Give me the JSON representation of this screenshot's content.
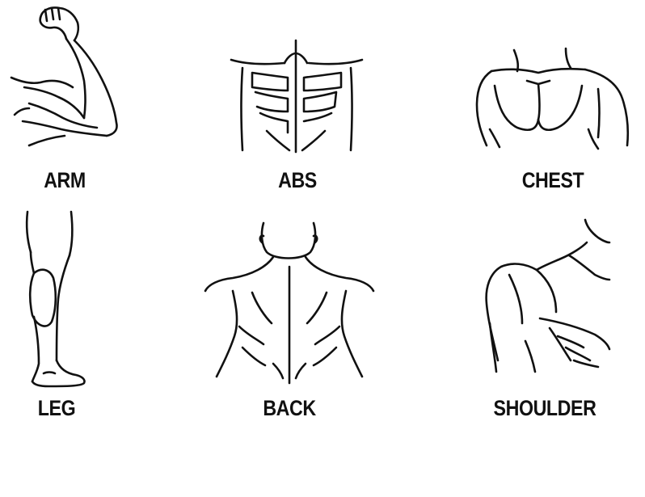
{
  "muscle_groups": [
    {
      "id": "arm",
      "label": "ARM",
      "icon": "flexed-arm-icon"
    },
    {
      "id": "abs",
      "label": "ABS",
      "icon": "abs-torso-icon"
    },
    {
      "id": "chest",
      "label": "CHEST",
      "icon": "chest-torso-icon"
    },
    {
      "id": "leg",
      "label": "LEG",
      "icon": "lower-leg-icon"
    },
    {
      "id": "back",
      "label": "BACK",
      "icon": "upper-back-icon"
    },
    {
      "id": "shoulder",
      "label": "SHOULDER",
      "icon": "shoulder-icon"
    }
  ],
  "colors": {
    "background": "#ffffff",
    "ink": "#111111"
  }
}
